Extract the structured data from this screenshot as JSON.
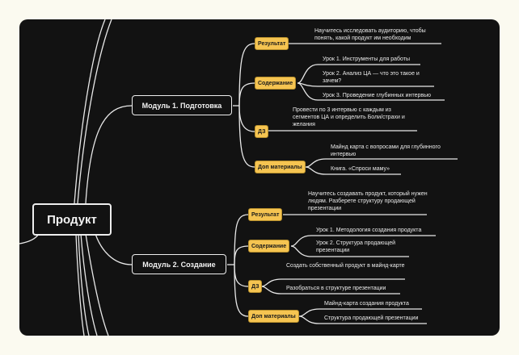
{
  "root": "Продукт",
  "modules": [
    {
      "title": "Модуль 1. Подготовка",
      "result_label": "Результат",
      "result_text": "Научитесь исследовать аудиторию, чтобы понять, какой продукт им необходим",
      "content_label": "Содержание",
      "lessons": [
        "Урок 1. Инструменты для работы",
        "Урок 2. Анализ ЦА — что это такое и зачем?",
        "Урок 3. Проведение глубинных интервью"
      ],
      "hw_label": "ДЗ",
      "homework": [
        "Провести по 3 интервью с каждым из сегментов ЦА и определить Боли/страхи и желания"
      ],
      "extra_label": "Доп материалы",
      "extras": [
        "Майнд карта с вопросами для глубинного интервью",
        "Книга. «Спроси маму»"
      ]
    },
    {
      "title": "Модуль 2. Создание",
      "result_label": "Результат",
      "result_text": "Научитесь создавать продукт, который нужен людям. Разберете структуру продающей презентации",
      "content_label": "Содержание",
      "lessons": [
        "Урок 1. Методология создания продукта",
        "Урок 2. Структура продающей презентации"
      ],
      "hw_label": "ДЗ",
      "homework": [
        "Создать собственный продукт в майнд-карте",
        "Разобраться в структуре презентации"
      ],
      "extra_label": "Доп материалы",
      "extras": [
        "Майнд-карта создания продукта",
        "Структура продающей презентации"
      ]
    }
  ],
  "colors": {
    "background": "#121212",
    "tag": "#f5c451",
    "line": "#eeeeee",
    "page": "#fbfaf0"
  }
}
